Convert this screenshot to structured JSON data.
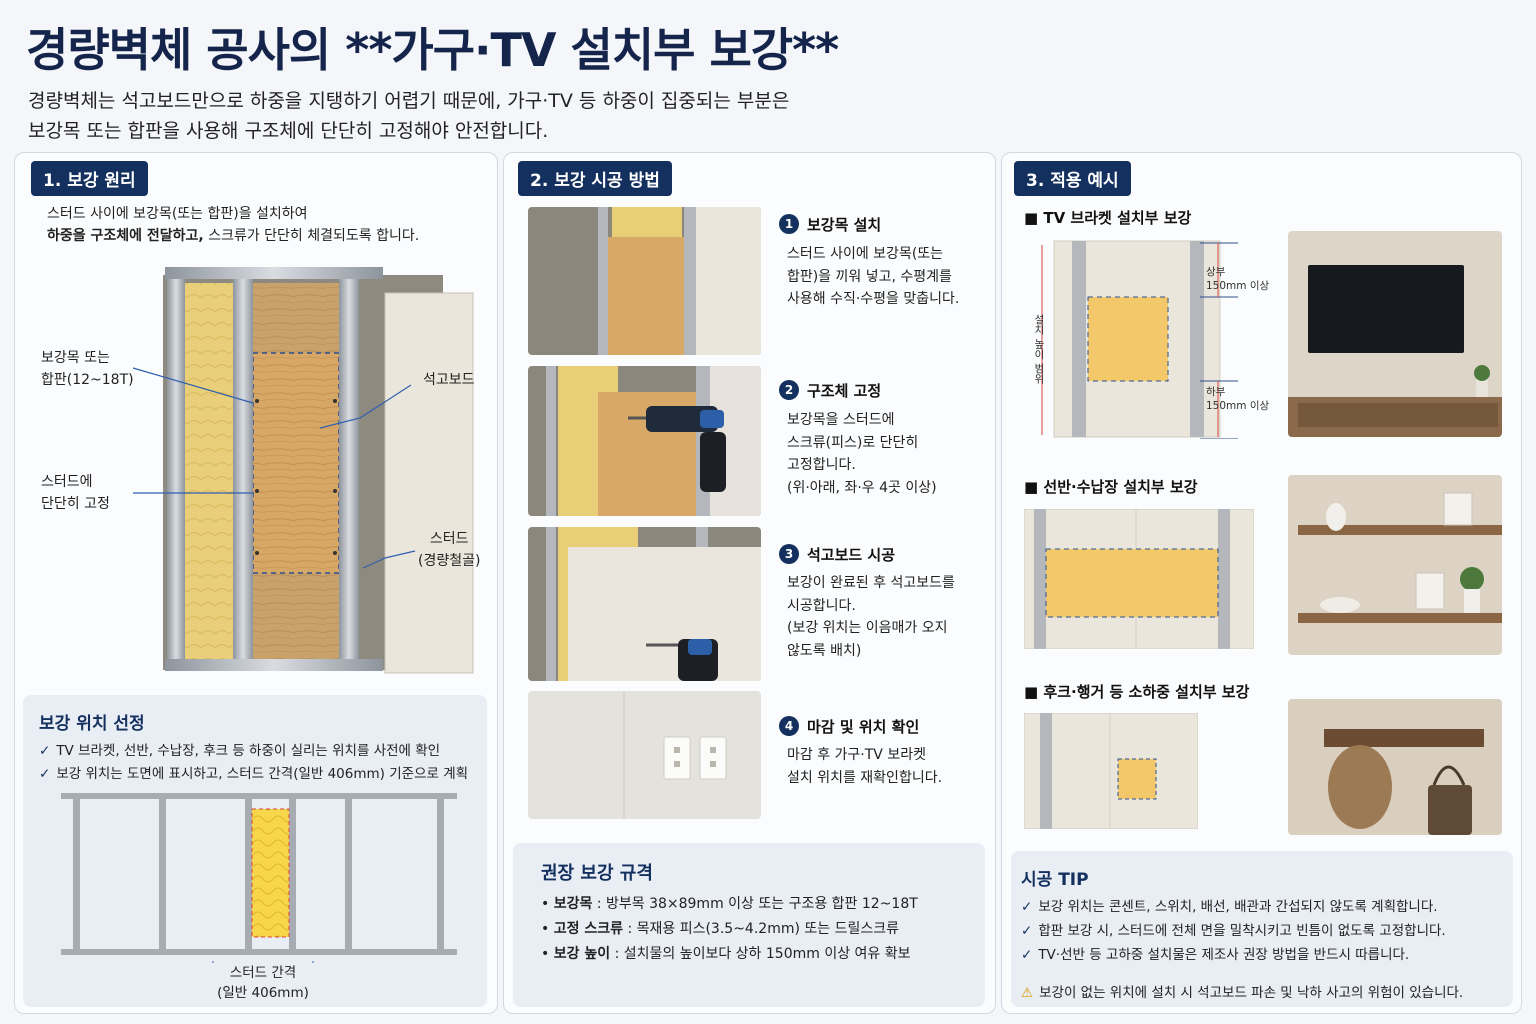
{
  "header": {
    "title": "경량벽체 공사의 **가구·TV 설치부 보강**",
    "subtitle_line1": "경량벽체는 석고보드만으로 하중을 지탱하기 어렵기 때문에, 가구·TV 등 하중이 집중되는 부분은",
    "subtitle_line2": "보강목 또는 합판을 사용해 구조체에 단단히 고정해야 안전합니다."
  },
  "section1": {
    "tag": "1. 보강 원리",
    "intro_line1": "스터드 사이에 보강목(또는 합판)을 설치하여",
    "intro_bold": "하중을 구조체에 전달하고,",
    "intro_rest": " 스크류가 단단히 체결되도록 합니다.",
    "label_plywood_1": "보강목 또는",
    "label_plywood_2": "합판(12~18T)",
    "label_fixed_1": "스터드에",
    "label_fixed_2": "단단히 고정",
    "label_gypsum": "석고보드",
    "label_stud_1": "스터드",
    "label_stud_2": "(경량철골)",
    "position": {
      "title": "보강 위치 선정",
      "check1": "TV 브라켓, 선반, 수납장, 후크 등 하중이 실리는 위치를 사전에 확인",
      "check2": "보강 위치는 도면에 표시하고, 스터드 간격(일반 406mm) 기준으로 계획",
      "stud_gap_1": "스터드 간격",
      "stud_gap_2": "(일반 406mm)"
    }
  },
  "section2": {
    "tag": "2. 보강 시공 방법",
    "steps": [
      {
        "num": "1",
        "title": "보강목 설치",
        "body1": "스터드 사이에 보강목(또는",
        "body2": "합판)을 끼워 넣고, 수평계를",
        "body3": "사용해 수직·수평을 맞춥니다.",
        "body4": ""
      },
      {
        "num": "2",
        "title": "구조체 고정",
        "body1": "보강목을 스터드에",
        "body2": "스크류(피스)로 단단히",
        "body3": "고정합니다.",
        "body4": "(위·아래, 좌·우 4곳 이상)"
      },
      {
        "num": "3",
        "title": "석고보드 시공",
        "body1": "보강이 완료된 후 석고보드를",
        "body2": "시공합니다.",
        "body3": "(보강 위치는 이음매가 오지",
        "body4": "않도록 배치)"
      },
      {
        "num": "4",
        "title": "마감 및 위치 확인",
        "body1": "마감 후 가구·TV 보라켓",
        "body2": "설치 위치를 재확인합니다.",
        "body3": "",
        "body4": ""
      }
    ],
    "spec": {
      "title": "권장 보강 규격",
      "items": [
        {
          "key": "보강목",
          "value": " : 방부목 38×89mm 이상 또는 구조용 합판 12~18T"
        },
        {
          "key": "고정 스크류",
          "value": " : 목재용 피스(3.5~4.2mm) 또는 드릴스크류"
        },
        {
          "key": "보강 높이",
          "value": " : 설치물의 높이보다 상하 150mm 이상 여유 확보"
        }
      ]
    }
  },
  "section3": {
    "tag": "3. 적용 예시",
    "example1_title": "■ TV 브라켓 설치부 보강",
    "example1_top_1": "상부",
    "example1_top_2": "150mm 이상",
    "example1_bottom_1": "하부",
    "example1_bottom_2": "150mm 이상",
    "example1_vertical": "설치 높이 범위",
    "example2_title": "■ 선반·수납장 설치부 보강",
    "example3_title": "■ 후크·행거 등 소하중 설치부 보강",
    "tip": {
      "title": "시공 TIP",
      "check1": "보강 위치는 콘센트, 스위치, 배선, 배관과 간섭되지 않도록 계획합니다.",
      "check2": "합판 보강 시, 스터드에 전체 면을 밀착시키고 빈틈이 없도록 고정합니다.",
      "check3": "TV·선반 등 고하중 설치물은 제조사 권장 방법을 반드시 따릅니다.",
      "warning": "보강이 없는 위치에 설치 시 석고보드 파손 및 낙하 사고의 위험이 있습니다."
    }
  },
  "colors": {
    "navy": "#14305f",
    "wood": "#f2c86b",
    "stud": "#b8bcc2",
    "gypsum": "#ebe6dc"
  }
}
